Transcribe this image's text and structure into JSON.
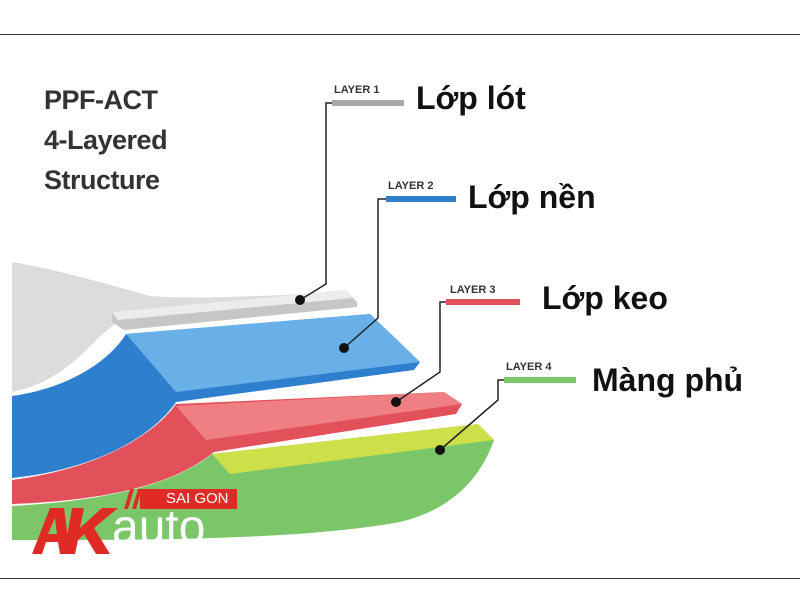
{
  "title": {
    "line1": "PPF-ACT",
    "line2": "4-Layered",
    "line3": "Structure"
  },
  "layers": [
    {
      "tag": "LAYER 1",
      "name": "Lớp lót",
      "color": "#a8a8a8"
    },
    {
      "tag": "LAYER 2",
      "name": "Lớp nền",
      "color": "#2f7fcf"
    },
    {
      "tag": "LAYER 3",
      "name": "Lớp keo",
      "color": "#e2505a"
    },
    {
      "tag": "LAYER 4",
      "name": "Màng phủ",
      "color": "#7cc66a"
    }
  ],
  "logo": {
    "ak_text": "AK",
    "brand": "auto",
    "city": "SAI GON",
    "brand_red": "#e02a26"
  }
}
